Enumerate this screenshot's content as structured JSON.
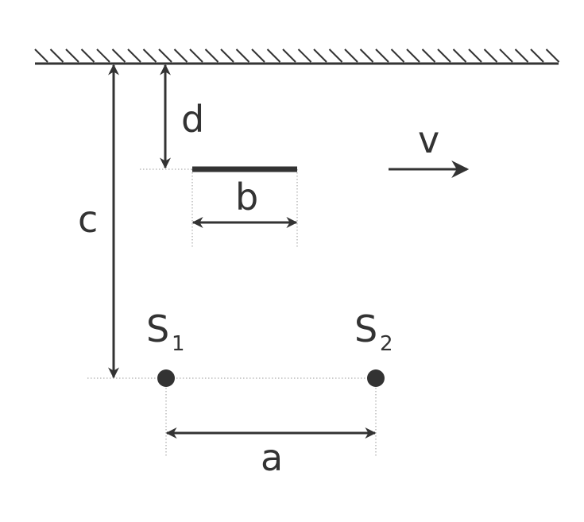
{
  "labels": {
    "d": "d",
    "c": "c",
    "b": "b",
    "v": "v",
    "a": "a",
    "s1": "S",
    "s1_sub": "1",
    "s2": "S",
    "s2_sub": "2"
  },
  "colors": {
    "ink": "#333333",
    "guide": "#9a9a9a"
  }
}
